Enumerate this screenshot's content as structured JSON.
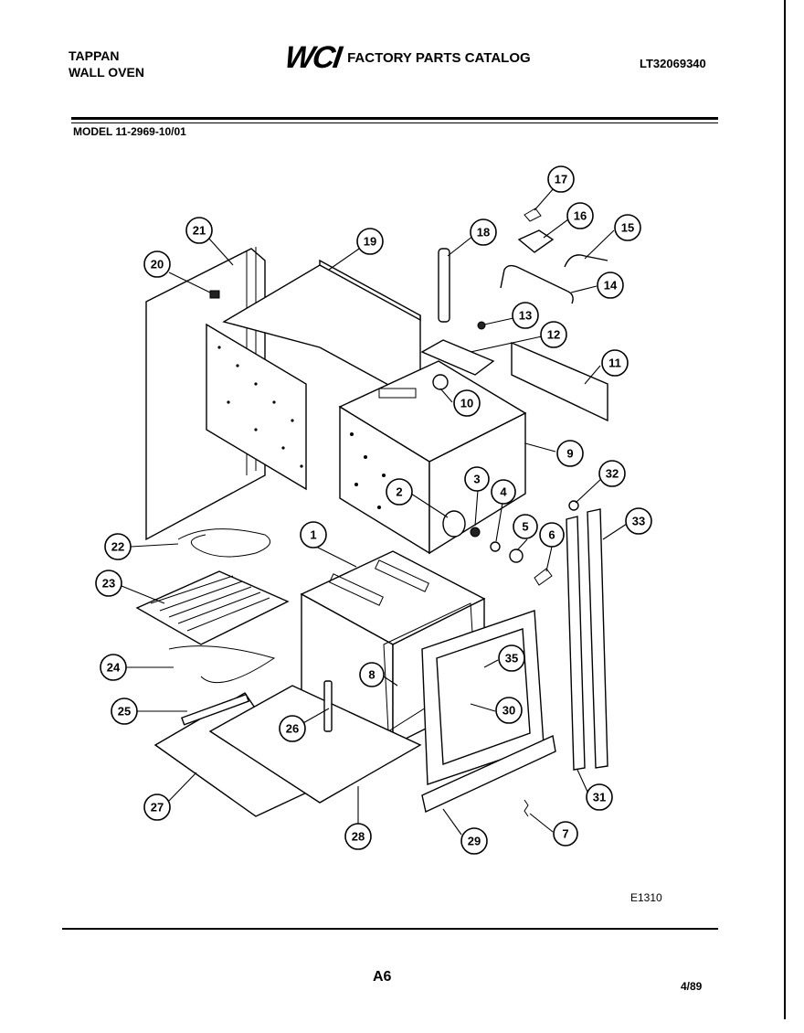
{
  "header": {
    "brand_line1": "TAPPAN",
    "brand_line2": "WALL OVEN",
    "logo": "WCI",
    "catalog_title": "FACTORY PARTS CATALOG",
    "doc_number": "LT32069340",
    "model": "MODEL 11-2969-10/01"
  },
  "footer": {
    "figure_code": "E1310",
    "page": "A6",
    "date": "4/89"
  },
  "callouts": [
    "1",
    "2",
    "3",
    "4",
    "5",
    "6",
    "7",
    "8",
    "9",
    "10",
    "11",
    "12",
    "13",
    "14",
    "15",
    "16",
    "17",
    "18",
    "19",
    "20",
    "21",
    "22",
    "23",
    "24",
    "25",
    "26",
    "27",
    "28",
    "29",
    "30",
    "31",
    "32",
    "33",
    "35"
  ]
}
